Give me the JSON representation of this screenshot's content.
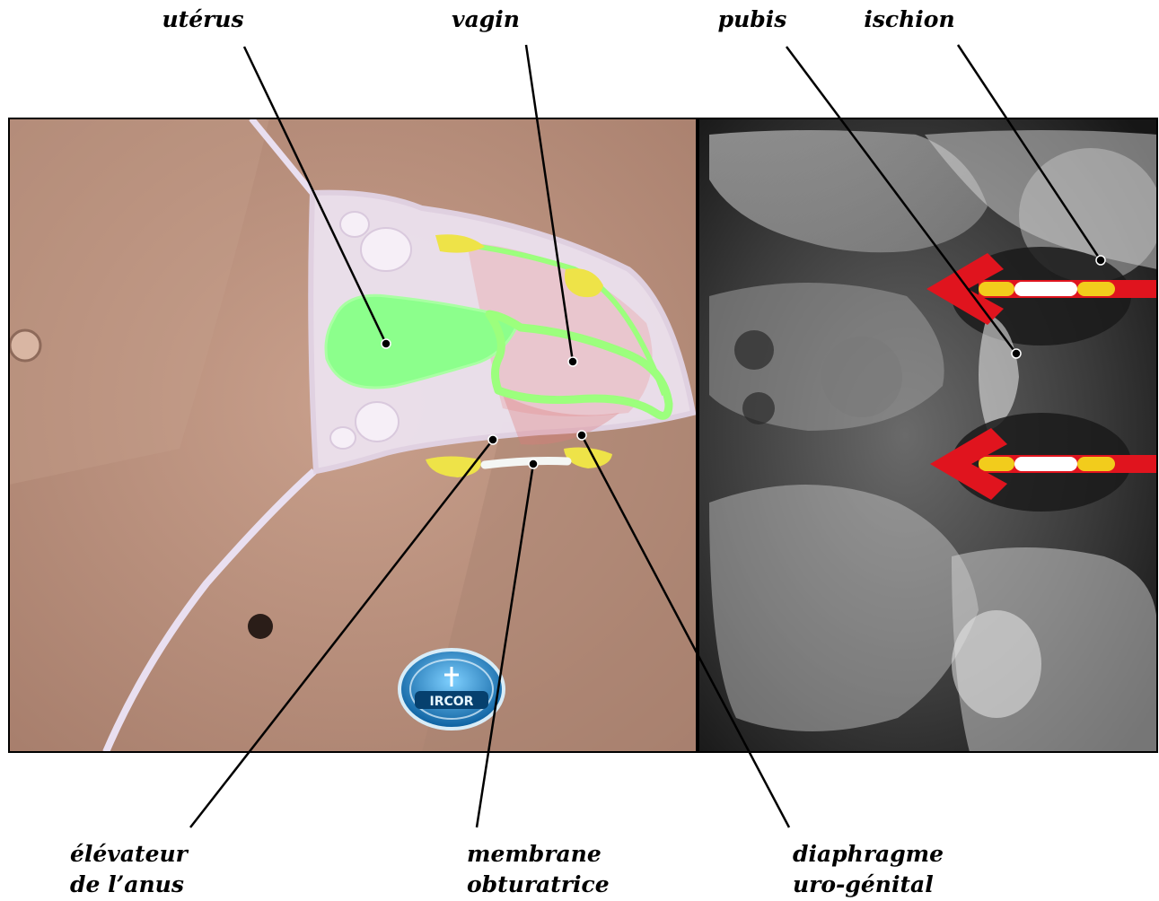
{
  "labels": {
    "uterus": "utérus",
    "vagin": "vagin",
    "pubis": "pubis",
    "ischion": "ischion",
    "elevateur_line1": "élévateur",
    "elevateur_line2": "de l’anus",
    "membrane_line1": "membrane",
    "membrane_line2": "obturatrice",
    "diaphragme_line1": "diaphragme",
    "diaphragme_line2": "uro-génital"
  },
  "logo": {
    "text": "IRCOR"
  },
  "colors": {
    "label_text": "#000000",
    "leader_line": "#000000",
    "skin": "#b98f7c",
    "membrane": "#efe4f0",
    "organ_green": "#8cff8c",
    "muscle_yellow": "#f0d530",
    "arrow_red": "#e0141e",
    "xray_background": "#1b1b1b"
  },
  "icons": {
    "arrows": "red-arrow-icon",
    "logo": "ircor-logo-icon"
  }
}
